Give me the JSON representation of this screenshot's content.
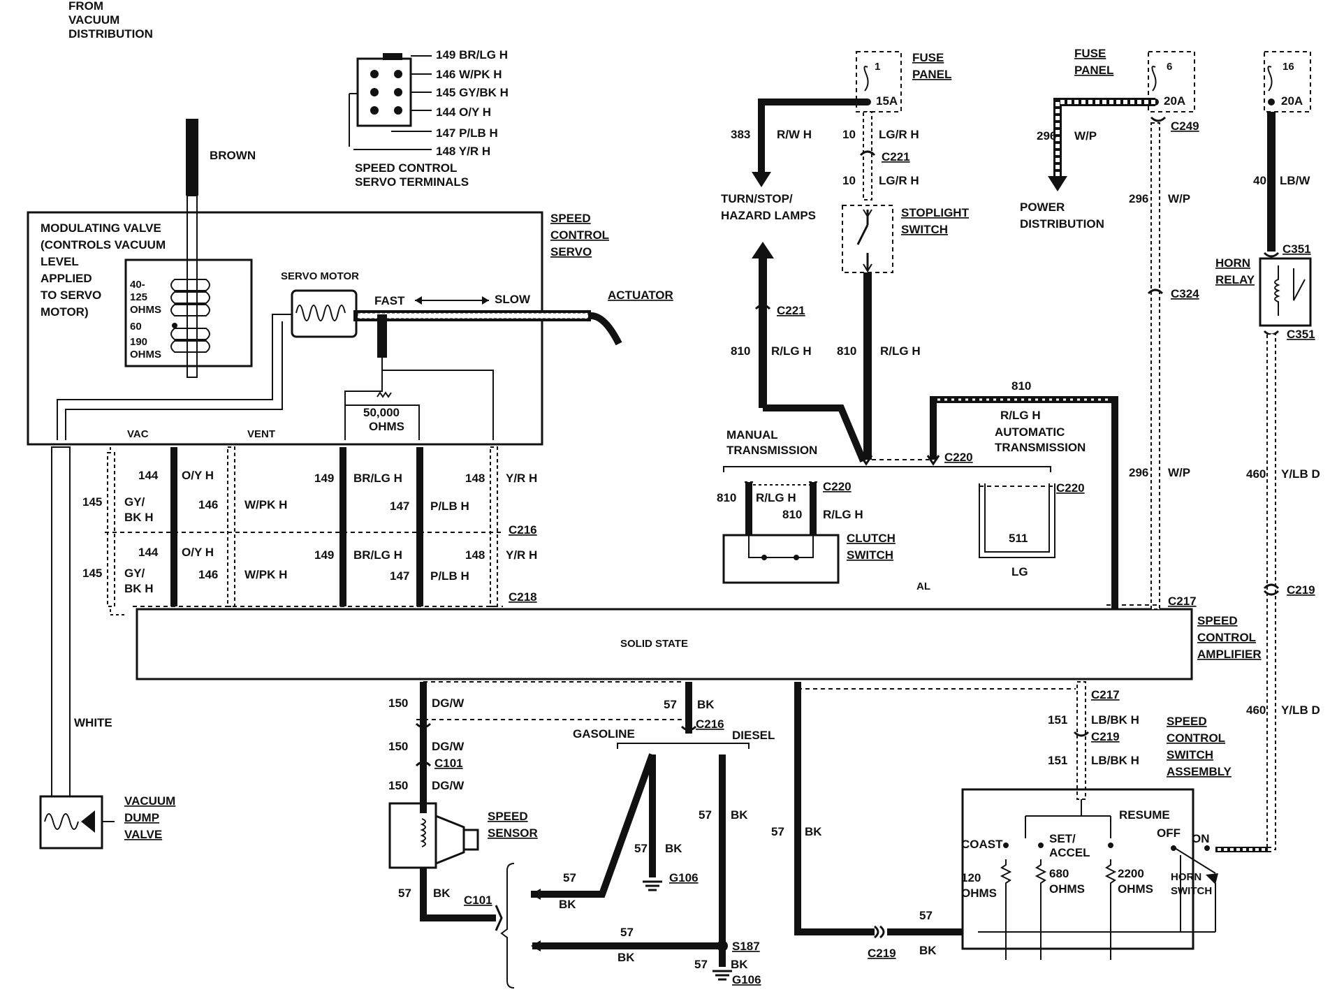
{
  "vacuum": {
    "from_line1": "FROM",
    "from_line2": "VACUUM",
    "from_line3": "DISTRIBUTION",
    "brown": "BROWN",
    "white": "WHITE",
    "dump_valve": [
      "VACUUM",
      "DUMP",
      "VALVE"
    ]
  },
  "servo_terminals": {
    "pins": [
      "149 BR/LG H",
      "146 W/PK H",
      "145 GY/BK H",
      "144 O/Y H",
      "147 P/LB H",
      "148 Y/R H"
    ],
    "caption1": "SPEED CONTROL",
    "caption2": "SERVO TERMINALS"
  },
  "servo": {
    "title": [
      "SPEED",
      "CONTROL",
      "SERVO"
    ],
    "modulating": [
      "MODULATING VALVE",
      "(CONTROLS VACUUM",
      "LEVEL",
      "APPLIED",
      "TO SERVO",
      "MOTOR)"
    ],
    "ohms_a": [
      "40-",
      "125",
      "OHMS"
    ],
    "ohms_b": [
      "60",
      "190",
      "OHMS"
    ],
    "servo_motor": "SERVO MOTOR",
    "fast": "FAST",
    "slow": "SLOW",
    "actuator": "ACTUATOR",
    "resistor": [
      "50,000",
      "OHMS"
    ],
    "vac": "VAC",
    "vent": "VENT"
  },
  "wires_left": {
    "w144": "144",
    "w144c": "O/Y H",
    "w145": "145",
    "w145c": [
      "GY/",
      "BK H"
    ],
    "w146": "146",
    "w146c": "W/PK H",
    "w149": "149",
    "w149c": "BR/LG H",
    "w147": "147",
    "w147c": "P/LB H",
    "w148": "148",
    "w148c": "Y/R H",
    "c216": "C216",
    "c218": "C218"
  },
  "amplifier": {
    "body": "SOLID STATE",
    "title": [
      "SPEED",
      "CONTROL",
      "AMPLIFIER"
    ],
    "c217": "C217"
  },
  "brake_circuit": {
    "fuse_panel": [
      "FUSE",
      "PANEL"
    ],
    "fuse1_num": "1",
    "fuse1_amp": "15A",
    "w383": "383",
    "w383c": "R/W H",
    "w10a": "10",
    "w10ac": "LG/R H",
    "c221": "C221",
    "w10b": "10",
    "w10bc": "LG/R H",
    "lamps": [
      "TURN/STOP/",
      "HAZARD LAMPS"
    ],
    "stoplight": [
      "STOPLIGHT",
      "SWITCH"
    ],
    "c221b": "C221",
    "w810a": "810",
    "w810ac": "R/LG H",
    "w810b": "810",
    "w810bc": "R/LG H",
    "manual": [
      "MANUAL",
      "TRANSMISSION"
    ],
    "w810top": "810",
    "w810topc": "R/LG H",
    "automatic": [
      "AUTOMATIC",
      "TRANSMISSION"
    ],
    "c220": "C220",
    "c220b": "C220",
    "c220c": "C220",
    "w810d": "810",
    "w810dc": "R/LG H",
    "w810e": "810",
    "w810ec": "R/LG H",
    "clutch": [
      "CLUTCH",
      "SWITCH"
    ],
    "w511": "511",
    "lg": "LG",
    "al": "AL"
  },
  "power": {
    "fuse_panel": [
      "FUSE",
      "PANEL"
    ],
    "fuse6_num": "6",
    "fuse6_amp": "20A",
    "c249": "C249",
    "w296": "296",
    "w296c": "W/P",
    "power_dist": [
      "POWER",
      "DISTRIBUTION"
    ],
    "w296b": "296",
    "w296bc": "W/P",
    "c324": "C324",
    "w296c2": "296",
    "w296cc": "W/P"
  },
  "horn": {
    "fuse16_num": "16",
    "fuse16_amp": "20A",
    "w40": "40",
    "w40c": "LB/W",
    "c351a": "C351",
    "relay": [
      "HORN",
      "RELAY"
    ],
    "c351b": "C351",
    "w460a": "460",
    "w460ac": "Y/LB D",
    "c219": "C219",
    "w460b": "460",
    "w460bc": "Y/LB D"
  },
  "bottom": {
    "w150a": "150",
    "w150ac": "DG/W",
    "w57a": "57",
    "w57ac": "BK",
    "c216": "C216",
    "gasoline": "GASOLINE",
    "diesel": "DIESEL",
    "w150b": "150",
    "w150bc": "DG/W",
    "c101": "C101",
    "w150c": "150",
    "w150cc": "DG/W",
    "speed_sensor": [
      "SPEED",
      "SENSOR"
    ],
    "w57b": "57",
    "w57bc": "BK",
    "c101b": "C101",
    "w57c": "57",
    "w57cc": "BK",
    "w57d": "57",
    "w57dc": "BK",
    "g106a": "G106",
    "w57e": "57",
    "w57ec": "BK",
    "s187": "S187",
    "w57f": "57",
    "w57fc": "BK",
    "g106b": "G106",
    "w57g": "57",
    "w57gc": "BK",
    "w57h": "57",
    "w57hc": "BK",
    "w57diesel": "57",
    "w57dieselc": "BK",
    "c219": "C219",
    "c217": "C217",
    "w151a": "151",
    "w151ac": "LB/BK H",
    "c219b": "C219",
    "w151b": "151",
    "w151bc": "LB/BK H"
  },
  "switch_assembly": {
    "title": [
      "SPEED",
      "CONTROL",
      "SWITCH",
      "ASSEMBLY"
    ],
    "resume": "RESUME",
    "coast": "COAST",
    "set_accel": [
      "SET/",
      "ACCEL"
    ],
    "off": "OFF",
    "on": "ON",
    "r120": [
      "120",
      "OHMS"
    ],
    "r680": [
      "680",
      "OHMS"
    ],
    "r2200": [
      "2200",
      "OHMS"
    ],
    "horn_switch": [
      "HORN",
      "SWITCH"
    ]
  }
}
